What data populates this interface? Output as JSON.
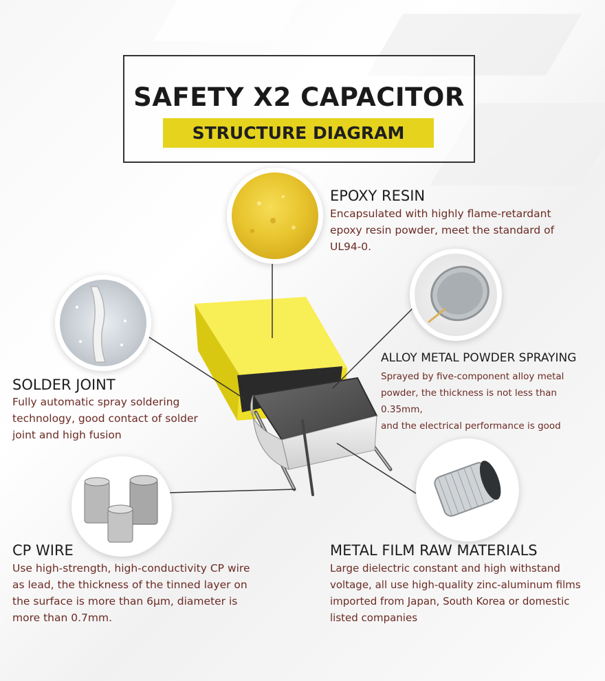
{
  "title": {
    "main": "SAFETY X2 CAPACITOR",
    "sub": "STRUCTURE DIAGRAM"
  },
  "callouts": {
    "epoxy": {
      "heading": "EPOXY RESIN",
      "lines": [
        "Encapsulated with highly flame-retardant",
        "epoxy resin powder, meet the standard of",
        "UL94-0."
      ]
    },
    "alloy": {
      "heading": "ALLOY METAL POWDER SPRAYING",
      "lines": [
        "Sprayed by five-component alloy metal",
        "powder, the thickness is not less than 0.35mm,",
        "and the electrical performance is good"
      ]
    },
    "solder": {
      "heading": "SOLDER JOINT",
      "lines": [
        "Fully automatic spray soldering",
        "technology, good contact of solder",
        "joint and high fusion"
      ]
    },
    "cpwire": {
      "heading": "CP WIRE",
      "lines": [
        "Use high-strength, high-conductivity CP wire",
        "as lead, the thickness of the tinned layer on",
        "the surface is more than 6μm, diameter is",
        "more than 0.7mm."
      ]
    },
    "film": {
      "heading": "METAL FILM RAW MATERIALS",
      "lines": [
        "Large dielectric constant and high withstand",
        "voltage, all use high-quality zinc-aluminum films",
        "imported from Japan, South Korea or domestic",
        "listed companies"
      ]
    }
  },
  "colors": {
    "title_highlight": "#e5d31e",
    "capacitor_yellow": "#f2e41c",
    "description_text": "#6b2a24"
  },
  "icons": {
    "epoxy": "epoxy-powder-photo",
    "alloy": "sprayed-metal-photo",
    "solder": "solder-joint-photo",
    "cpwire": "wire-spools-photo",
    "film": "film-roll-photo",
    "center": "capacitor-cutaway"
  }
}
